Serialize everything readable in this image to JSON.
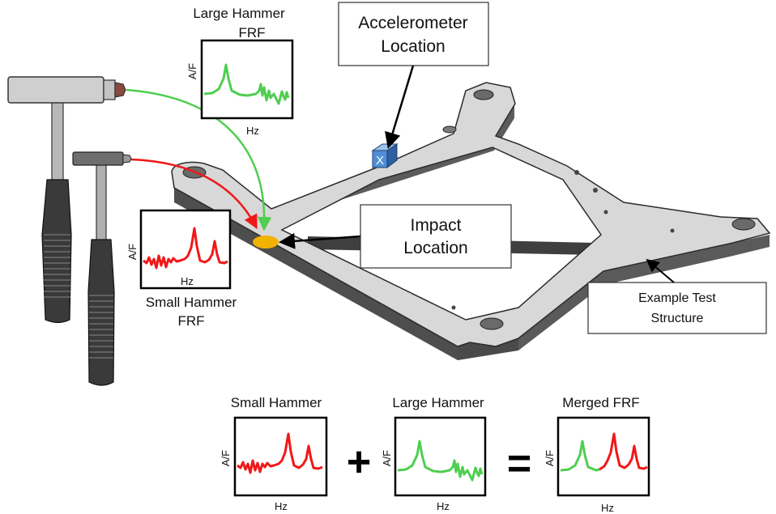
{
  "colors": {
    "green": "#4fce4f",
    "red": "#f01818",
    "structure_top": "#d9d9d9",
    "structure_side": "#5b5b5b",
    "impact": "#f2b200",
    "accelerometer": "#4f8fd6"
  },
  "callouts": {
    "accelerometer": {
      "line1": "Accelerometer",
      "line2": "Location"
    },
    "impact": {
      "line1": "Impact",
      "line2": "Location"
    },
    "structure": {
      "line1": "Example Test",
      "line2": "Structure"
    },
    "accelerometer_marker": "X"
  },
  "frf_plots": {
    "large_top": {
      "title1": "Large Hammer",
      "title2": "FRF",
      "ylabel": "A/F",
      "xlabel": "Hz"
    },
    "small_left": {
      "title1": "Small Hammer",
      "title2": "FRF",
      "ylabel": "A/F",
      "xlabel": "Hz"
    },
    "bottom_small": {
      "title": "Small Hammer",
      "ylabel": "A/F",
      "xlabel": "Hz"
    },
    "bottom_large": {
      "title": "Large Hammer",
      "ylabel": "A/F",
      "xlabel": "Hz"
    },
    "bottom_merged": {
      "title": "Merged FRF",
      "ylabel": "A/F",
      "xlabel": "Hz"
    }
  },
  "equation": {
    "plus": "+",
    "equals": "="
  },
  "icons": [
    "large-hammer-icon",
    "small-hammer-icon",
    "accelerometer-icon",
    "impact-point-icon"
  ]
}
